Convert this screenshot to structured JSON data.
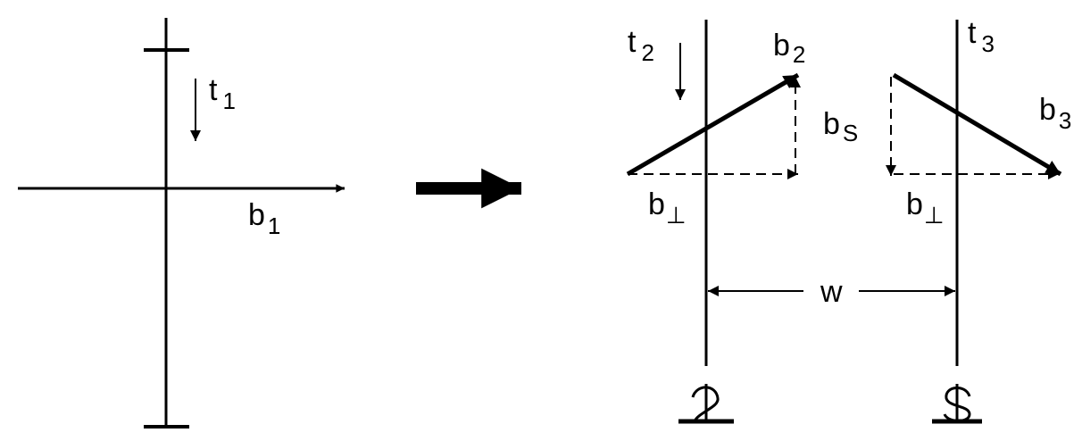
{
  "ink_color": "#000000",
  "background_color": "#ffffff",
  "labels": {
    "t1": {
      "base": "t",
      "sub": "1"
    },
    "b1": {
      "base": "b",
      "sub": "1"
    },
    "t2": {
      "base": "t",
      "sub": "2"
    },
    "b2": {
      "base": "b",
      "sub": "2"
    },
    "bs": {
      "base": "b",
      "sub": "S"
    },
    "bperp_left": {
      "base": "b",
      "sub": "⊥"
    },
    "t3": {
      "base": "t",
      "sub": "3"
    },
    "b3": {
      "base": "b",
      "sub": "3"
    },
    "bperp_right": {
      "base": "b",
      "sub": "⊥"
    },
    "w": "w"
  }
}
